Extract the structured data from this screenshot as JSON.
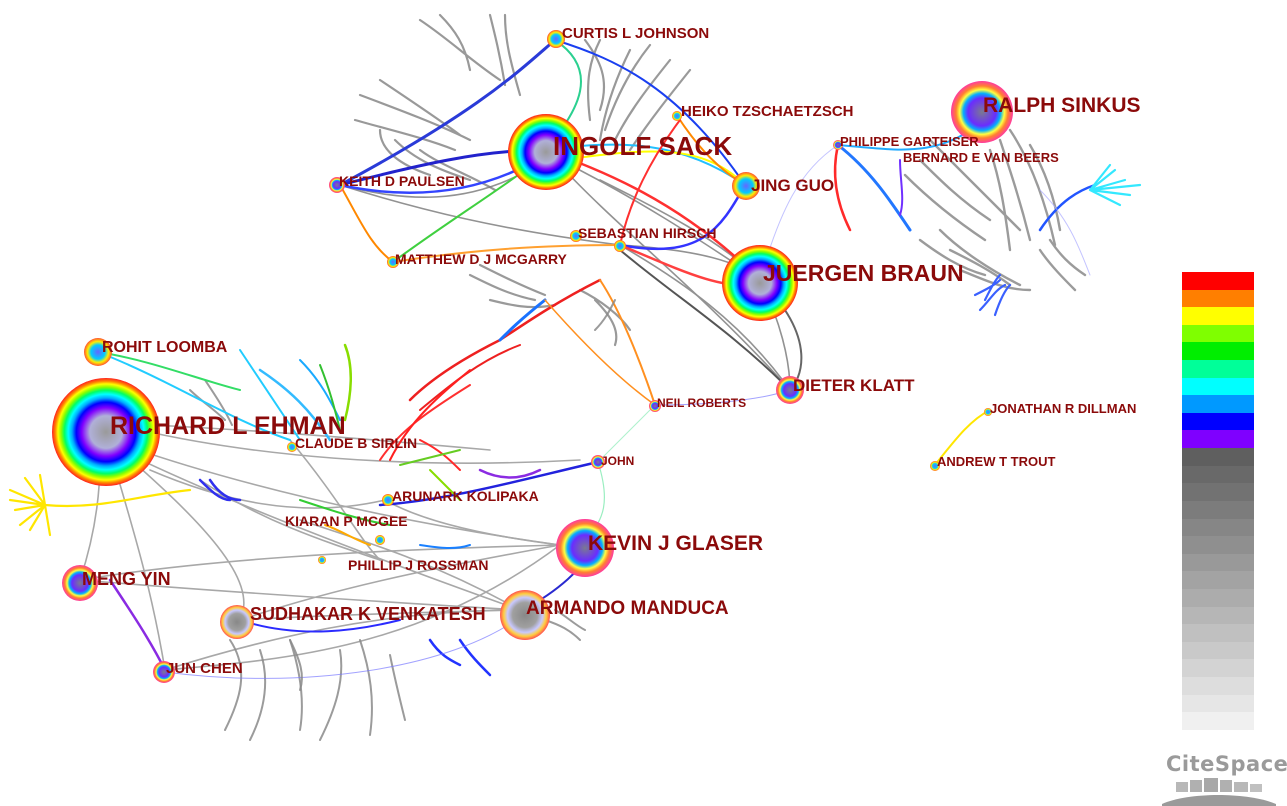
{
  "nodes": [
    {
      "id": "curtis",
      "label": "CURTIS L JOHNSON",
      "size": "small"
    },
    {
      "id": "heiko",
      "label": "HEIKO TZSCHAETZSCH",
      "size": "small"
    },
    {
      "id": "ingolf",
      "label": "INGOLF SACK",
      "size": "large"
    },
    {
      "id": "ralph",
      "label": "RALPH SINKUS",
      "size": "large"
    },
    {
      "id": "philippe",
      "label": "PHILIPPE GARTEISER",
      "size": "small"
    },
    {
      "id": "bernard",
      "label": "BERNARD E VAN BEERS",
      "size": "small"
    },
    {
      "id": "keith",
      "label": "KEITH D PAULSEN",
      "size": "small"
    },
    {
      "id": "jingguo",
      "label": "JING GUO",
      "size": "medium"
    },
    {
      "id": "sebastian",
      "label": "SEBASTIAN HIRSCH",
      "size": "small"
    },
    {
      "id": "matthew",
      "label": "MATTHEW D J MCGARRY",
      "size": "small"
    },
    {
      "id": "juergen",
      "label": "JUERGEN BRAUN",
      "size": "large"
    },
    {
      "id": "rohit",
      "label": "ROHIT LOOMBA",
      "size": "small"
    },
    {
      "id": "dieter",
      "label": "DIETER KLATT",
      "size": "medium"
    },
    {
      "id": "neil",
      "label": "NEIL ROBERTS",
      "size": "small"
    },
    {
      "id": "jonathan",
      "label": "JONATHAN R DILLMAN",
      "size": "small"
    },
    {
      "id": "richard",
      "label": "RICHARD L EHMAN",
      "size": "large"
    },
    {
      "id": "claude",
      "label": "CLAUDE B SIRLIN",
      "size": "small"
    },
    {
      "id": "john",
      "label": "JOHN",
      "size": "small"
    },
    {
      "id": "andrew",
      "label": "ANDREW T TROUT",
      "size": "small"
    },
    {
      "id": "arunark",
      "label": "ARUNARK KOLIPAKA",
      "size": "small"
    },
    {
      "id": "kiaran",
      "label": "KIARAN P MCGEE",
      "size": "small"
    },
    {
      "id": "kevin",
      "label": "KEVIN J GLASER",
      "size": "large"
    },
    {
      "id": "phillip",
      "label": "PHILLIP J ROSSMAN",
      "size": "small"
    },
    {
      "id": "meng",
      "label": "MENG YIN",
      "size": "medium"
    },
    {
      "id": "sudhakar",
      "label": "SUDHAKAR K VENKATESH",
      "size": "medium"
    },
    {
      "id": "armando",
      "label": "ARMANDO MANDUCA",
      "size": "large"
    },
    {
      "id": "jun",
      "label": "JUN CHEN",
      "size": "small"
    }
  ],
  "legend": {
    "colors": [
      "#ff0000",
      "#ff7f00",
      "#ffff00",
      "#7fff00",
      "#00ee00",
      "#00ff99",
      "#00ffff",
      "#0099ff",
      "#0000ff",
      "#7f00ff"
    ],
    "gray_steps": 16
  },
  "logo": {
    "text": "CiteSpace"
  },
  "palette": {
    "label": "#8b0a0a",
    "edge_gray": "#8a8a8a"
  }
}
